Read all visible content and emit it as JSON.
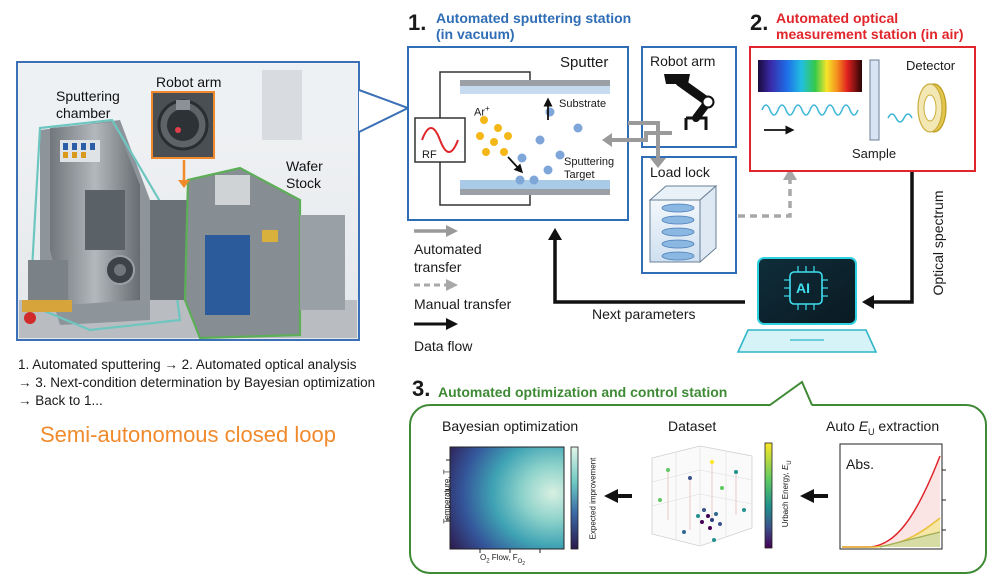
{
  "photo": {
    "sputtering_chamber": "Sputtering\nchamber",
    "robot_arm": "Robot arm",
    "wafer_stock": "Wafer\nStock"
  },
  "summary": {
    "line1": "1. Automated sputtering → 2. Automated optical analysis",
    "line2": "→ 3. Next-condition determination by Bayesian optimization",
    "line3": "→ Back to 1...",
    "loop_title": "Semi-autonomous closed loop",
    "loop_color": "#f08a2c"
  },
  "station1": {
    "number": "1.",
    "title_line1": "Automated sputtering station",
    "title_line2": "(in vacuum)",
    "color": "#2f6db5",
    "sputter": "Sputter",
    "rf": "RF",
    "ar": "Ar",
    "ar_sup": "+",
    "substrate": "Substrate",
    "sputtering_target": "Sputtering\nTarget",
    "robot_arm": "Robot arm",
    "load_lock": "Load lock"
  },
  "station2": {
    "number": "2.",
    "title_line1": "Automated optical",
    "title_line2": "measurement station (in air)",
    "color": "#e0252b",
    "detector": "Detector",
    "sample": "Sample",
    "optical_spectrum": "Optical spectrum"
  },
  "legend": {
    "automated_transfer": "Automated\ntransfer",
    "manual_transfer": "Manual transfer",
    "data_flow": "Data flow"
  },
  "flow": {
    "next_parameters": "Next parameters",
    "ai_label": "AI"
  },
  "station3": {
    "number": "3.",
    "title": "Automated optimization and control station",
    "color": "#3e8a35",
    "bayes": {
      "title": "Bayesian optimization",
      "ylabel": "Temperature, T",
      "xlabel_main": "O",
      "xlabel_sub": "2",
      "xlabel_rest": " Flow, F",
      "xlabel_sub2": "O",
      "xlabel_sub3": "2",
      "colorbar": "Expected improvement"
    },
    "dataset": {
      "title": "Dataset",
      "colorbar_main": "Urbach Energy, ",
      "colorbar_var": "E",
      "colorbar_sub": "U"
    },
    "extraction": {
      "title_main": "Auto ",
      "title_var": "E",
      "title_sub": "U",
      "title_rest": " extraction",
      "abs": "Abs."
    }
  }
}
